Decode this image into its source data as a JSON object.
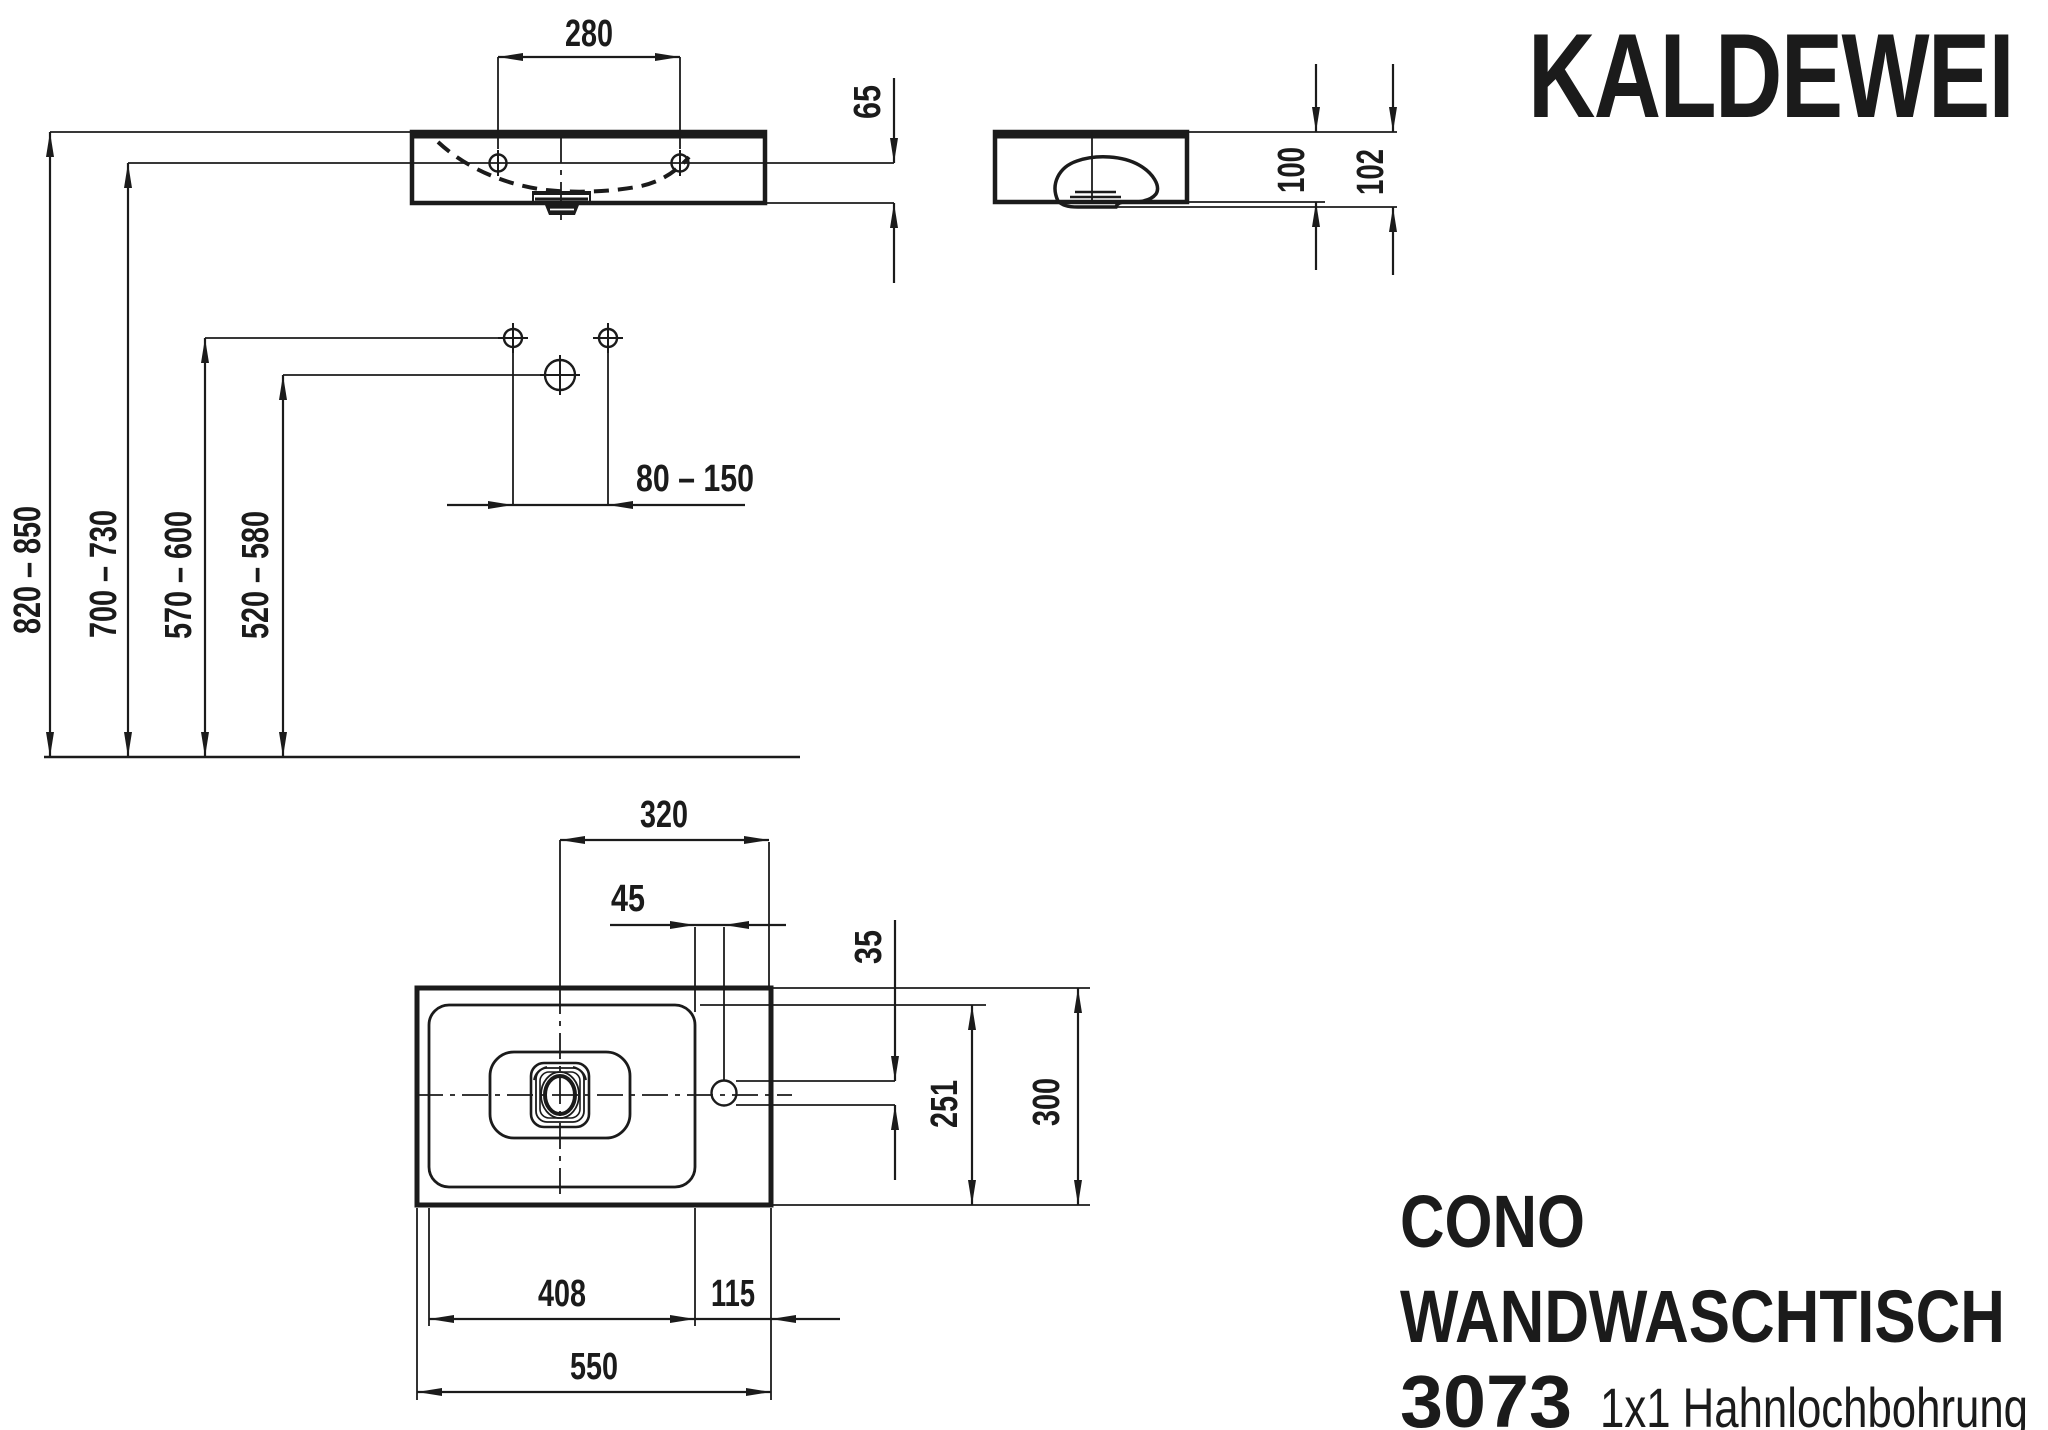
{
  "brand": {
    "logo": "KALDEWEI"
  },
  "product": {
    "name": "CONO",
    "type": "WANDWASCHTISCH",
    "model": "3073",
    "drilling": "1x1 Hahnlochbohrung"
  },
  "dims": {
    "hole_spacing": "280",
    "holes_above_bottom": "65",
    "body_height": "100",
    "total_height": "102",
    "rim_height_range": "820 – 850",
    "holes_height_range": "700 – 730",
    "supply_height_range": "570 – 600",
    "drain_height_range": "520 – 580",
    "drain_wall_distance": "80 – 150",
    "drain_to_right_edge": "320",
    "bowl_to_taphole": "45",
    "taphole_diameter": "35",
    "taphole_depth_position": "251",
    "total_depth": "300",
    "bowl_width": "408",
    "shelf_width": "115",
    "total_width": "550"
  }
}
